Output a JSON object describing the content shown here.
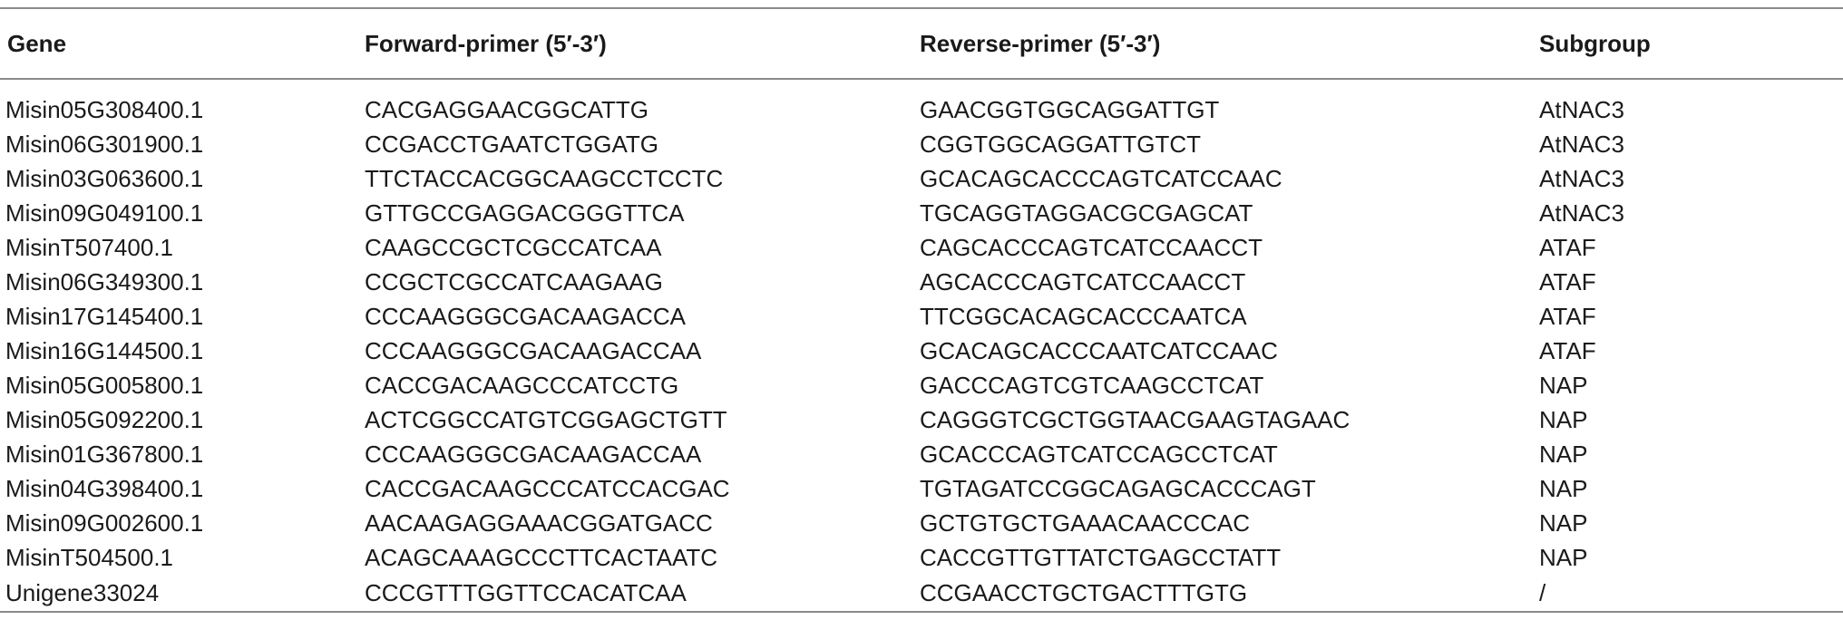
{
  "table": {
    "headers": {
      "gene": "Gene",
      "forward": "Forward-primer (5′-3′)",
      "reverse": "Reverse-primer (5′-3′)",
      "subgroup": "Subgroup"
    },
    "rows": [
      {
        "gene": "Misin05G308400.1",
        "forward": "CACGAGGAACGGCATTG",
        "reverse": "GAACGGTGGCAGGATTGT",
        "subgroup": "AtNAC3"
      },
      {
        "gene": "Misin06G301900.1",
        "forward": "CCGACCTGAATCTGGATG",
        "reverse": "CGGTGGCAGGATTGTCT",
        "subgroup": "AtNAC3"
      },
      {
        "gene": "Misin03G063600.1",
        "forward": "TTCTACCACGGCAAGCCTCCTC",
        "reverse": "GCACAGCACCCAGTCATCCAAC",
        "subgroup": "AtNAC3"
      },
      {
        "gene": "Misin09G049100.1",
        "forward": "GTTGCCGAGGACGGGTTCA",
        "reverse": "TGCAGGTAGGACGCGAGCAT",
        "subgroup": "AtNAC3"
      },
      {
        "gene": "MisinT507400.1",
        "forward": "CAAGCCGCTCGCCATCAA",
        "reverse": "CAGCACCCAGTCATCCAACCT",
        "subgroup": "ATAF"
      },
      {
        "gene": "Misin06G349300.1",
        "forward": "CCGCTCGCCATCAAGAAG",
        "reverse": "AGCACCCAGTCATCCAACCT",
        "subgroup": "ATAF"
      },
      {
        "gene": "Misin17G145400.1",
        "forward": "CCCAAGGGCGACAAGACCA",
        "reverse": "TTCGGCACAGCACCCAATCA",
        "subgroup": "ATAF"
      },
      {
        "gene": "Misin16G144500.1",
        "forward": "CCCAAGGGCGACAAGACCAA",
        "reverse": "GCACAGCACCCAATCATCCAAC",
        "subgroup": "ATAF"
      },
      {
        "gene": "Misin05G005800.1",
        "forward": "CACCGACAAGCCCATCCTG",
        "reverse": "GACCCAGTCGTCAAGCCTCAT",
        "subgroup": "NAP"
      },
      {
        "gene": "Misin05G092200.1",
        "forward": "ACTCGGCCATGTCGGAGCTGTT",
        "reverse": "CAGGGTCGCTGGTAACGAAGTAGAAC",
        "subgroup": "NAP"
      },
      {
        "gene": "Misin01G367800.1",
        "forward": "CCCAAGGGCGACAAGACCAA",
        "reverse": "GCACCCAGTCATCCAGCCTCAT",
        "subgroup": "NAP"
      },
      {
        "gene": "Misin04G398400.1",
        "forward": "CACCGACAAGCCCATCCACGAC",
        "reverse": "TGTAGATCCGGCAGAGCACCCAGT",
        "subgroup": "NAP"
      },
      {
        "gene": "Misin09G002600.1",
        "forward": "AACAAGAGGAAACGGATGACC",
        "reverse": "GCTGTGCTGAAACAACCCAC",
        "subgroup": "NAP"
      },
      {
        "gene": "MisinT504500.1",
        "forward": "ACAGCAAAGCCCTTCACTAATC",
        "reverse": "CACCGTTGTTATCTGAGCCTATT",
        "subgroup": "NAP"
      },
      {
        "gene": "Unigene33024",
        "forward": "CCCGTTTGGTTCCACATCAA",
        "reverse": "CCGAACCTGCTGACTTTGTG",
        "subgroup": "/"
      }
    ]
  }
}
